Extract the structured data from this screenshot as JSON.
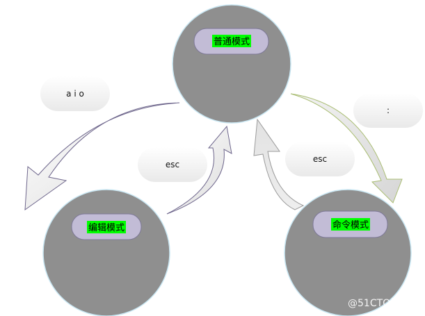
{
  "diagram": {
    "nodes": {
      "normal": {
        "label": "普通模式"
      },
      "edit": {
        "label": "编辑模式"
      },
      "command": {
        "label": "命令模式"
      }
    },
    "transitions": {
      "normal_to_edit": {
        "keys": "a i o"
      },
      "edit_to_normal": {
        "keys": "esc"
      },
      "normal_to_command": {
        "keys": ":"
      },
      "command_to_normal": {
        "keys": "esc"
      }
    },
    "colors": {
      "circle_fill": "#8f8f8f",
      "circle_edge": "#c9e7f3",
      "label_fill": "#c2bcd6",
      "label_highlight": "#00ff00",
      "arrow_outline_purple": "#6e668c",
      "arrow_outline_green": "#a9bd72",
      "arrow_outline_grey": "#9a9a9a"
    }
  },
  "watermark": {
    "text": "@51CTO博客"
  }
}
